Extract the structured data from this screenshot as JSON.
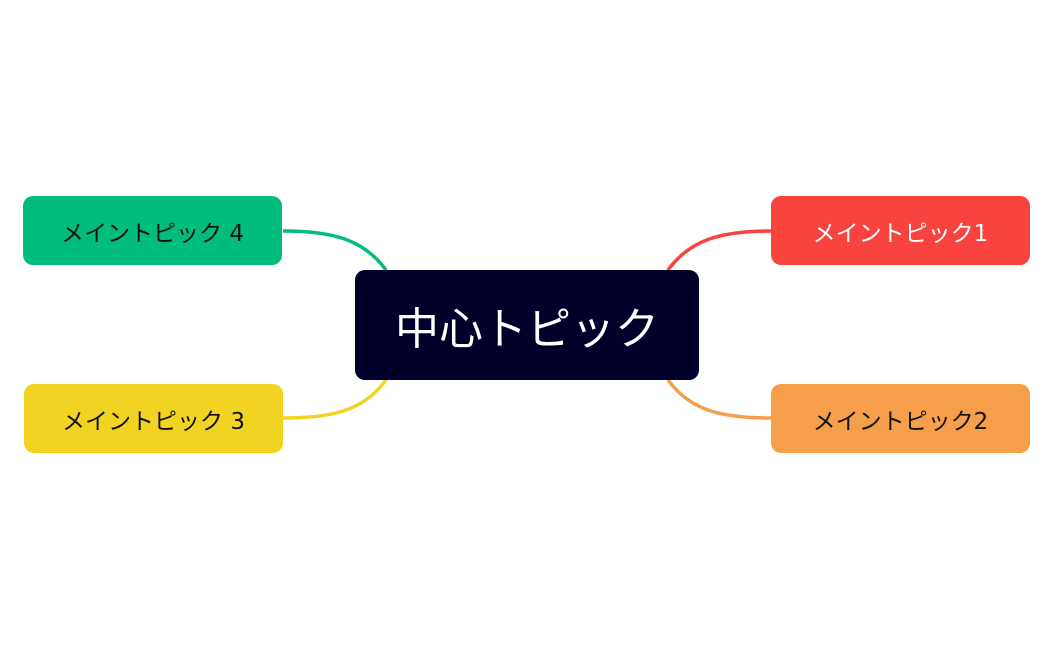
{
  "mindmap": {
    "central": {
      "label": "中心トピック",
      "color": "#00002a",
      "text_color": "#ffffff"
    },
    "topics": [
      {
        "label": "メイントピック1",
        "side": "right",
        "position": "top",
        "color": "#f8433e",
        "text_color": "#ffffff"
      },
      {
        "label": "メイントピック2",
        "side": "right",
        "position": "bottom",
        "color": "#f59f4b",
        "text_color": "#111111"
      },
      {
        "label": "メイントピック 3",
        "side": "left",
        "position": "bottom",
        "color": "#f2d321",
        "text_color": "#111111"
      },
      {
        "label": "メイントピック 4",
        "side": "left",
        "position": "top",
        "color": "#00bd7e",
        "text_color": "#111111"
      }
    ]
  }
}
